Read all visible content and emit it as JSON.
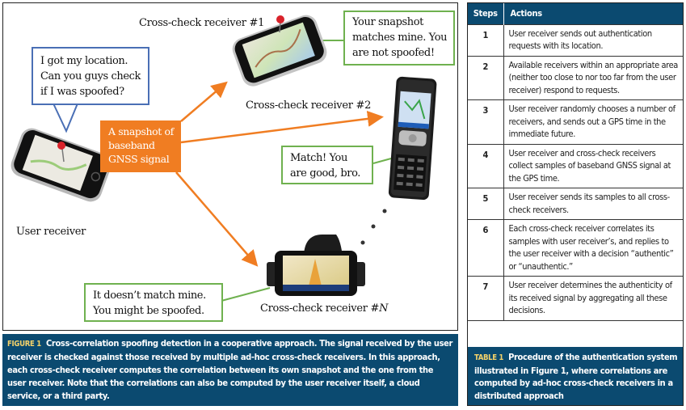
{
  "figure": {
    "labels": {
      "user_receiver": "User receiver",
      "receiver_1": "Cross-check receiver #1",
      "receiver_2": "Cross-check receiver #2",
      "receiver_n_prefix": "Cross-check receiver #",
      "receiver_n_suffix": "N"
    },
    "user_bubble": [
      "I got my location.",
      "Can you guys check",
      "if I was spoofed?"
    ],
    "snapshot_box": [
      "A snapshot of",
      "baseband",
      "GNSS signal"
    ],
    "reply_1": [
      "Your snapshot",
      "matches mine. You",
      "are not spoofed!"
    ],
    "reply_2": [
      "Match! You",
      "are good, bro."
    ],
    "reply_n": [
      "It doesn’t match mine.",
      "You might be spoofed."
    ],
    "caption_label": "FIGURE 1",
    "caption_text": "Cross-correlation spoofing detection in a cooperative approach. The signal received by the user receiver is checked against those received by multiple ad-hoc cross-check receivers. In this approach, each cross-check receiver computes the correlation between its own snapshot and the one from the user receiver. Note that the correlations can also be computed by the user receiver itself, a cloud service, or a third party.",
    "colors": {
      "arrow": "#f07d22",
      "reply_border": "#6fb14f",
      "bubble_border": "#4a6fb5",
      "caption_bg": "#0b4a70"
    }
  },
  "table": {
    "headers": {
      "steps": "Steps",
      "actions": "Actions"
    },
    "rows": [
      {
        "step": "1",
        "action": "User receiver sends out authentication requests with its location."
      },
      {
        "step": "2",
        "action": "Available receivers within an appropriate area (neither too close to nor too far from the user receiver) respond to requests."
      },
      {
        "step": "3",
        "action": "User receiver randomly chooses a number of receivers, and sends out a GPS time in the immediate future."
      },
      {
        "step": "4",
        "action": "User receiver and cross-check receivers collect samples of baseband GNSS signal at the GPS time."
      },
      {
        "step": "5",
        "action": "User receiver sends its samples to all cross-check receivers."
      },
      {
        "step": "6",
        "action": "Each cross-check receiver correlates its samples with user receiver’s, and replies to the user receiver with a decision “authentic” or “unauthentic.”"
      },
      {
        "step": "7",
        "action": "User receiver determines the authenticity of its received signal by aggregating all these decisions."
      }
    ],
    "caption_label": "TABLE 1",
    "caption_text": "Procedure of the authentication system illustrated in Figure 1, where correlations are computed by ad-hoc cross-check receivers in a distributed approach"
  }
}
